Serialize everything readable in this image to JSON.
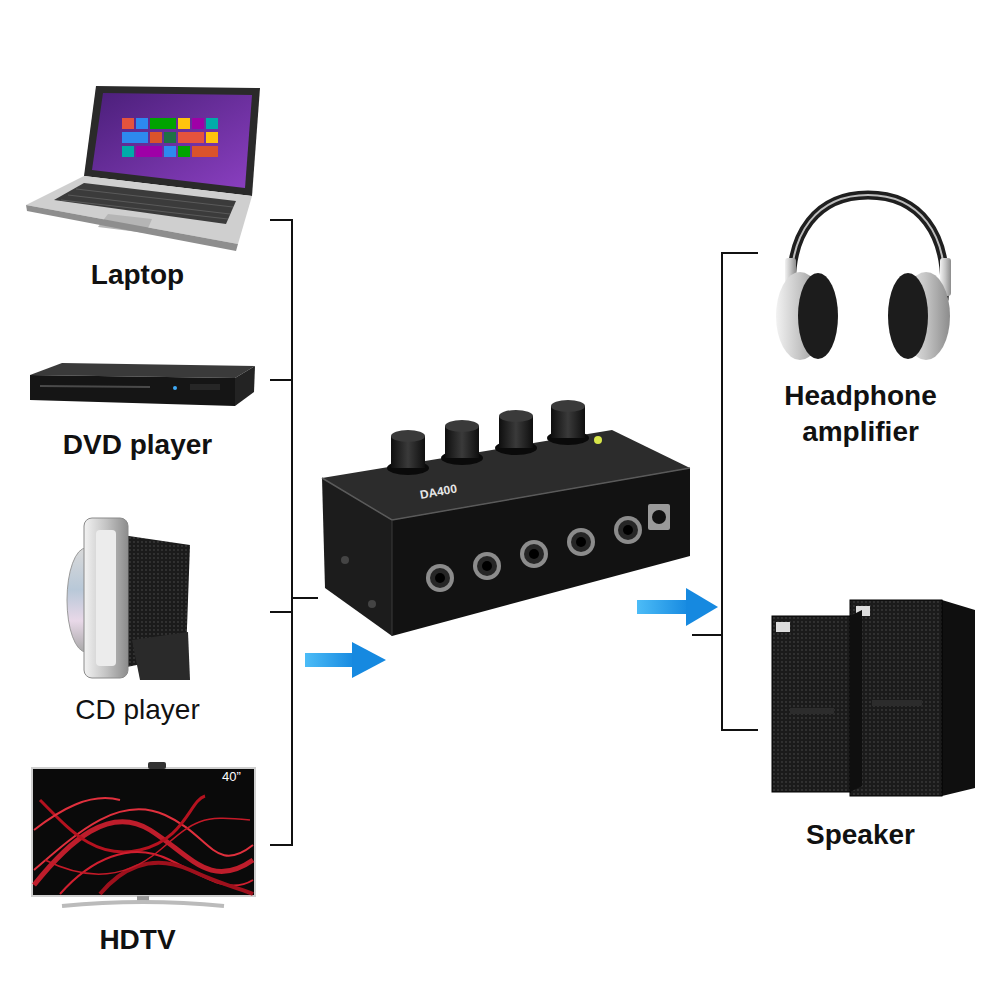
{
  "diagram": {
    "nodes": [
      {
        "text": [
          "Laptop"
        ]
      },
      {
        "text": [
          "DVD player"
        ]
      },
      {
        "text": [
          "CD player"
        ]
      },
      {
        "text": [
          "HDTV"
        ]
      },
      {
        "text": [
          "DA400"
        ]
      },
      {
        "text": [
          "Headphone amplifier"
        ]
      },
      {
        "text": [
          "Speaker"
        ]
      }
    ],
    "edges": [
      {
        "from": 0,
        "to": 4,
        "arrow": "none"
      },
      {
        "from": 1,
        "to": 4,
        "arrow": "none"
      },
      {
        "from": 2,
        "to": 4,
        "arrow": "none"
      },
      {
        "from": 3,
        "to": 4,
        "arrow": "none"
      },
      {
        "from": 4,
        "to": 5,
        "arrow": "none"
      },
      {
        "from": 4,
        "to": 6,
        "arrow": "none"
      }
    ],
    "labels": [
      "40”"
    ]
  }
}
